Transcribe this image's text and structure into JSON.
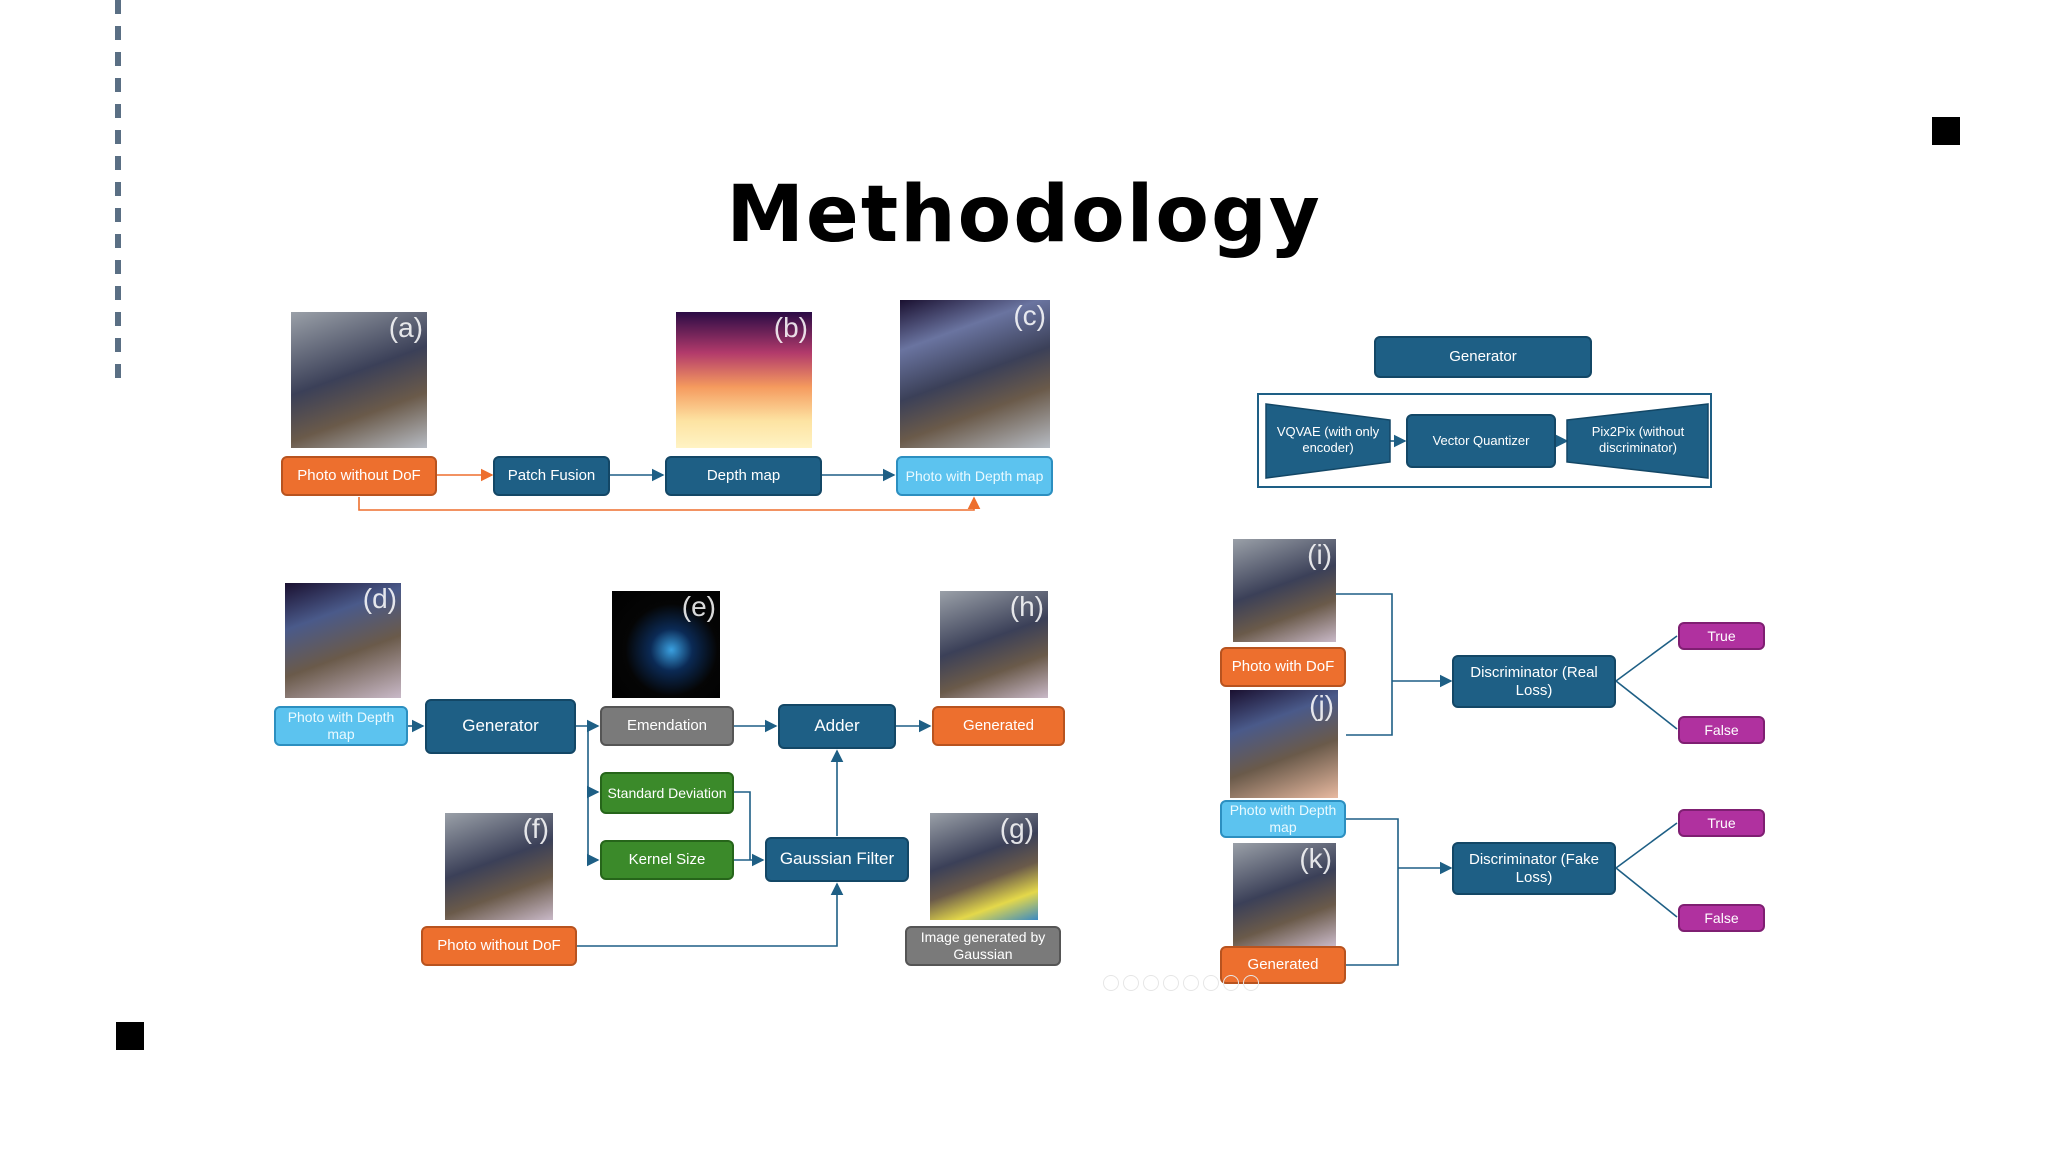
{
  "slide": {
    "title": "Methodology"
  },
  "top_pipeline": {
    "photo_without_dof": "Photo without DoF",
    "patch_fusion": "Patch Fusion",
    "depth_map": "Depth map",
    "photo_with_depth_map": "Photo with Depth map",
    "labels": {
      "a": "(a)",
      "b": "(b)",
      "c": "(c)"
    }
  },
  "bottom_pipeline": {
    "photo_with_depth_map": "Photo with Depth map",
    "generator": "Generator",
    "emendation": "Emendation",
    "standard_deviation": "Standard Deviation",
    "kernel_size": "Kernel Size",
    "adder": "Adder",
    "gaussian_filter": "Gaussian Filter",
    "generated": "Generated",
    "photo_without_dof": "Photo without DoF",
    "image_generated_by_gaussian": "Image generated by Gaussian",
    "labels": {
      "d": "(d)",
      "e": "(e)",
      "f": "(f)",
      "g": "(g)",
      "h": "(h)"
    }
  },
  "generator_block": {
    "title": "Generator",
    "vqvae": "VQVAE (with only encoder)",
    "vector_quantizer": "Vector Quantizer",
    "pix2pix": "Pix2Pix (without discriminator)"
  },
  "discriminators": {
    "photo_with_dof": "Photo with DoF",
    "photo_with_depth_map": "Photo with Depth map",
    "generated": "Generated",
    "real": "Discriminator (Real Loss)",
    "fake": "Discriminator (Fake Loss)",
    "true_label": "True",
    "false_label": "False",
    "labels": {
      "i": "(i)",
      "j": "(j)",
      "k": "(k)"
    }
  },
  "colors": {
    "orange": "#ed6f2e",
    "navy": "#1e5f85",
    "light_blue": "#5cc3ef",
    "gray": "#7a7a7a",
    "green": "#3b8a2a",
    "magenta": "#b0319f",
    "dashes": "#5a6f84"
  }
}
